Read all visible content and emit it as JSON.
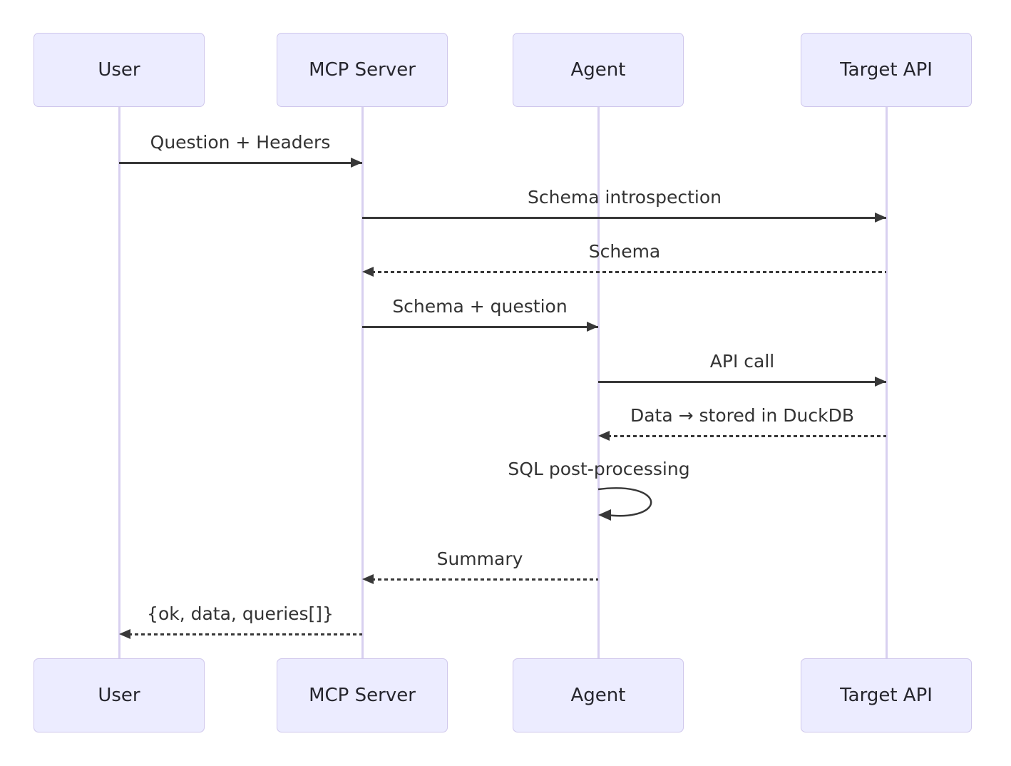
{
  "diagram": {
    "type": "sequence",
    "actors": [
      {
        "id": "user",
        "label": "User"
      },
      {
        "id": "mcp-server",
        "label": "MCP Server"
      },
      {
        "id": "agent",
        "label": "Agent"
      },
      {
        "id": "target-api",
        "label": "Target API"
      }
    ],
    "messages": [
      {
        "from": "User",
        "to": "MCP Server",
        "label": "Question + Headers",
        "line": "solid",
        "direction": "right"
      },
      {
        "from": "MCP Server",
        "to": "Target API",
        "label": "Schema introspection",
        "line": "solid",
        "direction": "right"
      },
      {
        "from": "Target API",
        "to": "MCP Server",
        "label": "Schema",
        "line": "dashed",
        "direction": "left"
      },
      {
        "from": "MCP Server",
        "to": "Agent",
        "label": "Schema + question",
        "line": "solid",
        "direction": "right"
      },
      {
        "from": "Agent",
        "to": "Target API",
        "label": "API call",
        "line": "solid",
        "direction": "right"
      },
      {
        "from": "Target API",
        "to": "Agent",
        "label": "Data → stored in DuckDB",
        "line": "dashed",
        "direction": "left"
      },
      {
        "from": "Agent",
        "to": "Agent",
        "label": "SQL post-processing",
        "line": "solid",
        "direction": "self"
      },
      {
        "from": "Agent",
        "to": "MCP Server",
        "label": "Summary",
        "line": "dashed",
        "direction": "left"
      },
      {
        "from": "MCP Server",
        "to": "User",
        "label": "{ok, data, queries[]}",
        "line": "dashed",
        "direction": "left"
      }
    ],
    "colors": {
      "background": "#ffffff",
      "actor_fill": "#ECECFF",
      "actor_border": "#cfc7ec",
      "lifeline": "#d8d0f0",
      "arrow": "#383838",
      "text": "#333333"
    }
  }
}
